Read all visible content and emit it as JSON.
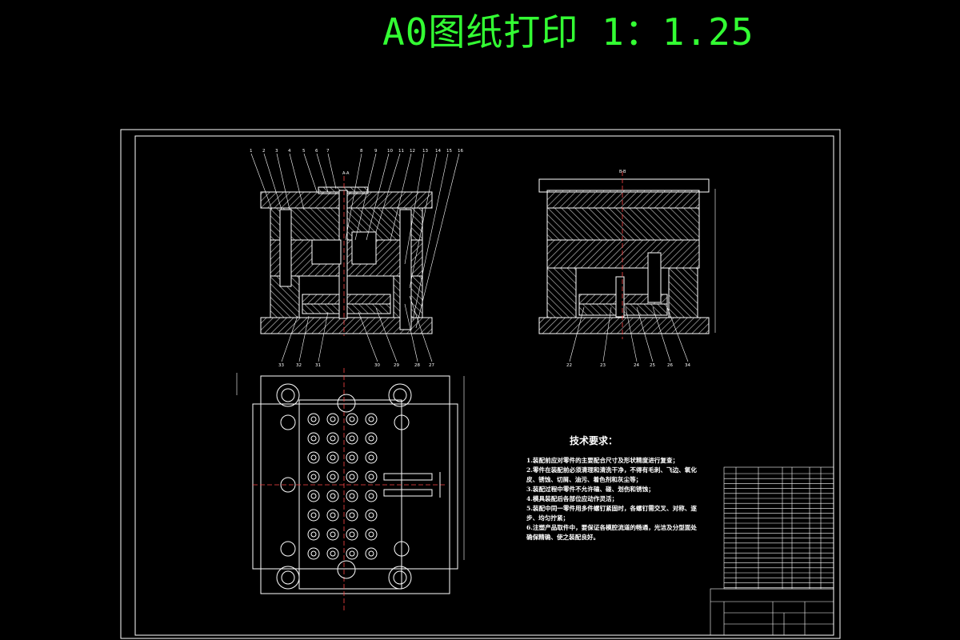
{
  "header": {
    "title": "A0图纸打印 1：1.25"
  },
  "colors": {
    "background": "#000000",
    "title": "#33ff33",
    "lines": "#ffffff",
    "hatch": "#c8c8c8"
  },
  "front_view": {
    "callouts_top": [
      "1",
      "2",
      "3",
      "4",
      "5",
      "6",
      "7",
      "8",
      "9",
      "10",
      "11",
      "12",
      "13",
      "14",
      "15",
      "16"
    ],
    "callouts_bottom": [
      "33",
      "32",
      "31",
      "30",
      "29",
      "28",
      "27"
    ],
    "section_label": "A-A"
  },
  "side_view": {
    "section_label": "B-B",
    "callouts_bottom": [
      "22",
      "23",
      "24",
      "25",
      "26",
      "34"
    ]
  },
  "technical_requirements": {
    "title": "技术要求：",
    "items": [
      "1.装配前应对零件的主要配合尺寸及形状精度进行复查；",
      "2.零件在装配前必须清理和清洗干净，不得有毛刺、飞边、氧化",
      "皮、锈蚀、切屑、油污、着色剂和灰尘等；",
      "3.装配过程中零件不允许磕、碰、划伤和锈蚀；",
      "4.模具装配后各部位应动作灵活；",
      "5.装配中同一零件用多件螺钉紧固时，各螺钉需交叉、对称、逐",
      "步、均匀拧紧；",
      "6.注塑产品取件中，要保证各模腔流道的畅通，光洁及分型面处",
      "确保精确、使之装配良好。"
    ]
  }
}
